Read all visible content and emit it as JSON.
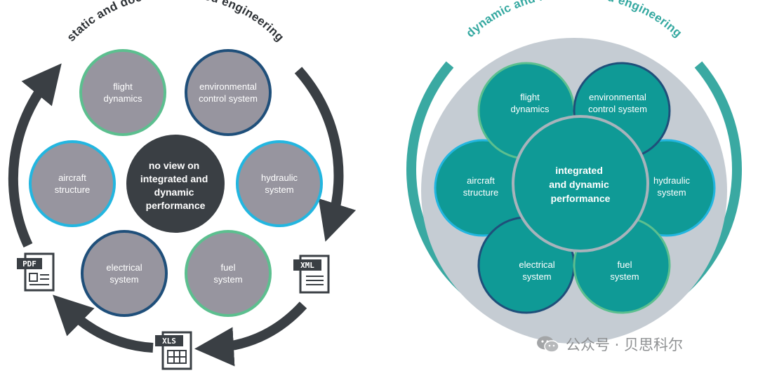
{
  "left": {
    "title": "static and document based engineering",
    "center": [
      "no view on",
      "integrated and",
      "dynamic",
      "performance"
    ],
    "nodes": {
      "flight": [
        "flight",
        "dynamics"
      ],
      "environmental": [
        "environmental",
        "control system"
      ],
      "aircraft": [
        "aircraft",
        "structure"
      ],
      "hydraulic": [
        "hydraulic",
        "system"
      ],
      "electrical": [
        "electrical",
        "system"
      ],
      "fuel": [
        "fuel",
        "system"
      ]
    },
    "documents": {
      "pdf": "PDF",
      "xml": "XML",
      "xls": "XLS"
    }
  },
  "right": {
    "title": "dynamic and model based engineering",
    "center": [
      "integrated",
      "and dynamic",
      "performance"
    ],
    "nodes": {
      "flight": [
        "flight",
        "dynamics"
      ],
      "environmental": [
        "environmental",
        "control system"
      ],
      "aircraft": [
        "aircraft",
        "structure"
      ],
      "hydraulic": [
        "hydraulic",
        "system"
      ],
      "electrical": [
        "electrical",
        "system"
      ],
      "fuel": [
        "fuel",
        "system"
      ]
    }
  },
  "watermark": {
    "text": "公众号 · 贝思科尔",
    "icon": "wechat-icon"
  },
  "colors": {
    "dark_gray": "#3a3f44",
    "node_gray": "#97959f",
    "teal": "#0f9a96",
    "teal_ring": "#3aa9a2",
    "light_panel": "#c5ccd3",
    "border_green": "#5cbf8f",
    "border_navy": "#1f4f7a",
    "border_cyan": "#23b6e0"
  }
}
